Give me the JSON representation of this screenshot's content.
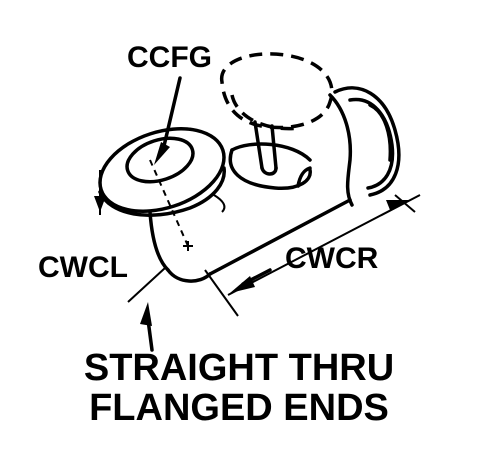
{
  "labels": {
    "ccfg": "CCFG",
    "cwcl": "CWCL",
    "cwcr": "CWCR"
  },
  "caption": {
    "line1": "STRAIGHT THRU",
    "line2": "FLANGED ENDS"
  }
}
